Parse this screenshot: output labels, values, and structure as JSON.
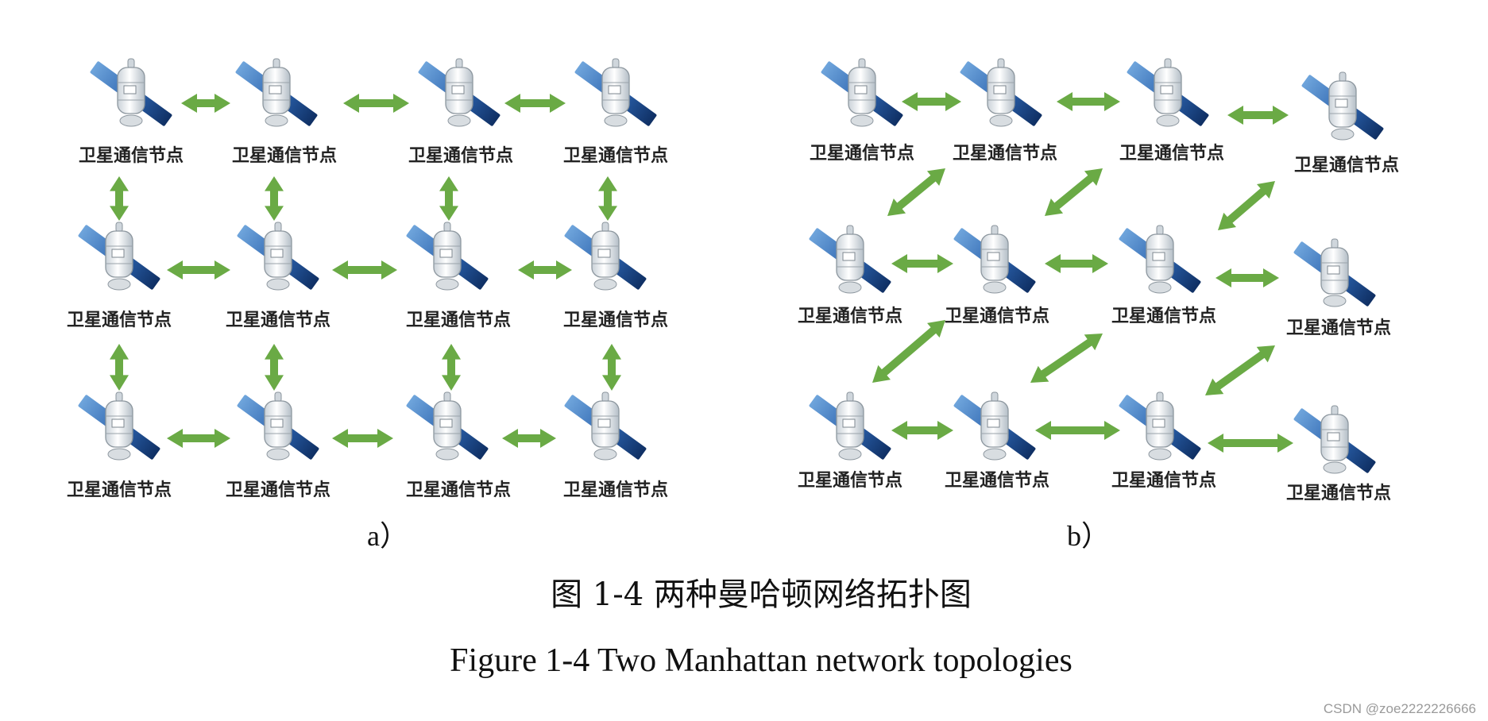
{
  "node_label": "卫星通信节点",
  "panels": {
    "a": {
      "label": "a）"
    },
    "b": {
      "label": "b）"
    }
  },
  "caption": {
    "zh": "图 1-4  两种曼哈顿网络拓扑图",
    "en": "Figure 1-4 Two Manhattan network topologies"
  },
  "watermark": "CSDN @zoe2222226666",
  "colors": {
    "link_arrow": "#6aaa45",
    "solar_panel": "#1e4f93",
    "satellite_body": "#e6ebef"
  },
  "icons": [
    "satellite-icon",
    "double-arrow-icon"
  ]
}
